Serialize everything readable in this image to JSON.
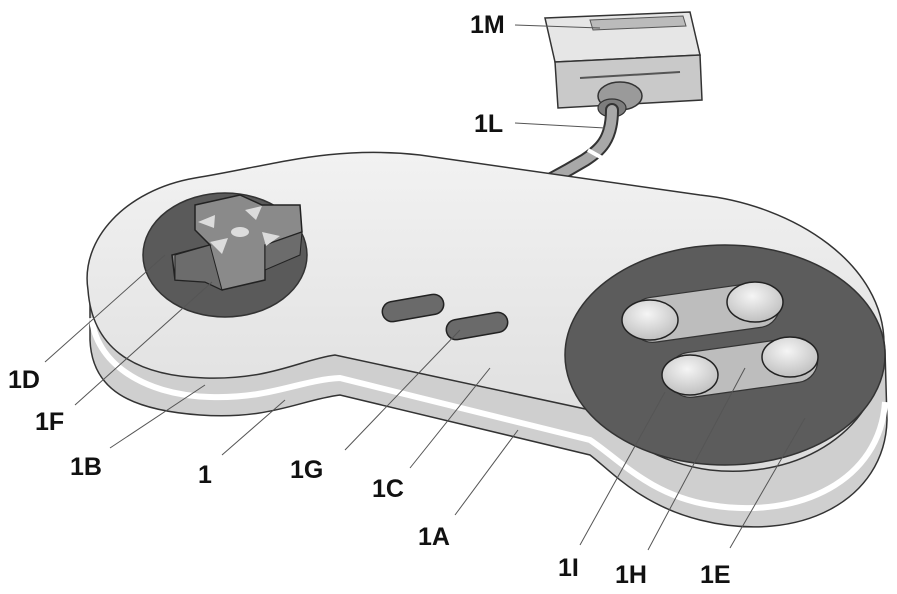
{
  "figure": {
    "callouts": [
      {
        "id": "1M",
        "label": "1M",
        "part": "plug"
      },
      {
        "id": "1L",
        "label": "1L",
        "part": "cable"
      },
      {
        "id": "1D",
        "label": "1D",
        "part": "left-disc"
      },
      {
        "id": "1F",
        "label": "1F",
        "part": "direction-pad"
      },
      {
        "id": "1B",
        "label": "1B",
        "part": "housing-side"
      },
      {
        "id": "1",
        "label": "1",
        "part": "controller-body"
      },
      {
        "id": "1G",
        "label": "1G",
        "part": "center-buttons"
      },
      {
        "id": "1C",
        "label": "1C",
        "part": "top-surface"
      },
      {
        "id": "1A",
        "label": "1A",
        "part": "housing-rim"
      },
      {
        "id": "1I",
        "label": "1I",
        "part": "action-button"
      },
      {
        "id": "1H",
        "label": "1H",
        "part": "button-bridge"
      },
      {
        "id": "1E",
        "label": "1E",
        "part": "right-disc"
      }
    ]
  },
  "colors": {
    "body_top": "#e8e8e8",
    "body_side": "#cfcfcf",
    "body_edge": "#ffffff",
    "disc": "#5a5a5a",
    "dpad": "#7a7a7a",
    "dpad_arrow": "#d9d9d9",
    "button": "#d6d6d6",
    "bridge": "#bdbdbd",
    "center_button": "#6a6a6a",
    "cable": "#8a8a8a",
    "plug": "#d0d0d0",
    "outline": "#333333"
  }
}
